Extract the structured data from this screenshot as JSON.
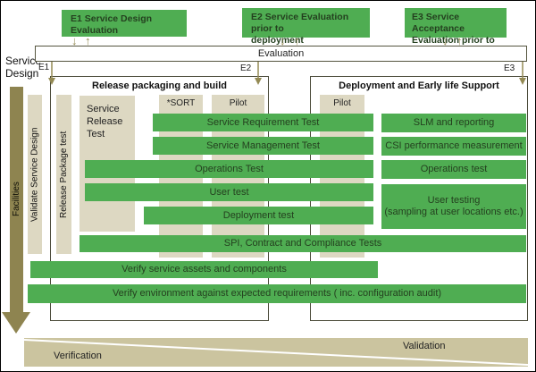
{
  "colors": {
    "green": "#4fad52",
    "tan": "#ddd8c2",
    "olive_arrow": "#8e8450",
    "band_tan": "#cbc49f",
    "text_on_green": "#24401f"
  },
  "top_boxes": [
    {
      "lines": [
        "E1 Service Design",
        "Evaluation"
      ]
    },
    {
      "lines": [
        "E2 Service Evaluation prior to",
        "deployment"
      ]
    },
    {
      "lines": [
        "E3 Service Acceptance",
        "Evaluation prior to closure"
      ]
    }
  ],
  "evaluation_bar": {
    "label": "Evaluation"
  },
  "milestones": [
    {
      "label": "E1"
    },
    {
      "label": "E2"
    },
    {
      "label": "E3"
    }
  ],
  "left_rail": {
    "service_design": "Service Design",
    "facilities": "Facilities",
    "validate_service_design": "Validate Service Design",
    "release_package_test": "Release Package test"
  },
  "sections": {
    "release": {
      "title": "Release packaging and build"
    },
    "deployment": {
      "title": "Deployment and Early life Support"
    }
  },
  "columns": {
    "service_release_test": "Service Release Test",
    "sort": "*SORT",
    "pilot_release": "Pilot",
    "pilot_deployment": "Pilot"
  },
  "test_bars": [
    {
      "label": "Service Requirement Test"
    },
    {
      "label": "Service Management Test"
    },
    {
      "label": "Operations Test"
    },
    {
      "label": "User test"
    },
    {
      "label": "Deployment test"
    },
    {
      "label": "SPI, Contract and Compliance Tests"
    },
    {
      "label": "Verify service assets and components"
    },
    {
      "label": "Verify environment against expected requirements ( inc. configuration audit)"
    }
  ],
  "right_boxes": [
    {
      "lines": [
        "SLM and reporting"
      ]
    },
    {
      "lines": [
        "CSI performance measurement"
      ]
    },
    {
      "lines": [
        "Operations test"
      ]
    },
    {
      "lines": [
        "User testing",
        "(sampling at user locations etc.)"
      ]
    }
  ],
  "bottom_band": {
    "verification": "Verification",
    "validation": "Validation"
  }
}
